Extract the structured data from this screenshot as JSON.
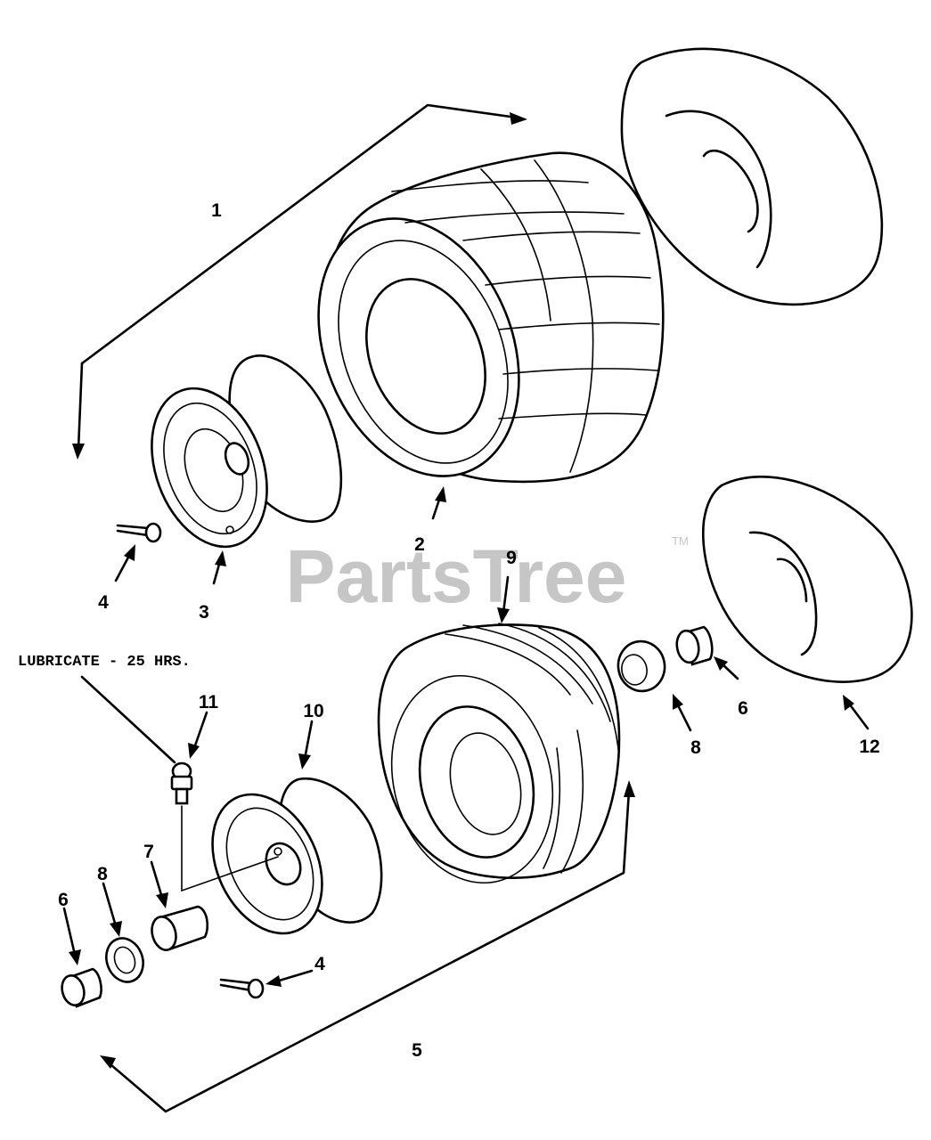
{
  "watermark": {
    "brand": "PartsTree",
    "trademark": "TM"
  },
  "note": "LUBRICATE - 25 HRS.",
  "callouts": [
    {
      "id": "callout-1",
      "label": "1"
    },
    {
      "id": "callout-2",
      "label": "2"
    },
    {
      "id": "callout-3",
      "label": "3"
    },
    {
      "id": "callout-4-top",
      "label": "4"
    },
    {
      "id": "callout-4-bottom",
      "label": "4"
    },
    {
      "id": "callout-5",
      "label": "5"
    },
    {
      "id": "callout-6-right",
      "label": "6"
    },
    {
      "id": "callout-6-left",
      "label": "6"
    },
    {
      "id": "callout-7",
      "label": "7"
    },
    {
      "id": "callout-8-right",
      "label": "8"
    },
    {
      "id": "callout-8-left",
      "label": "8"
    },
    {
      "id": "callout-9",
      "label": "9"
    },
    {
      "id": "callout-10",
      "label": "10"
    },
    {
      "id": "callout-11",
      "label": "11"
    },
    {
      "id": "callout-12",
      "label": "12"
    }
  ]
}
